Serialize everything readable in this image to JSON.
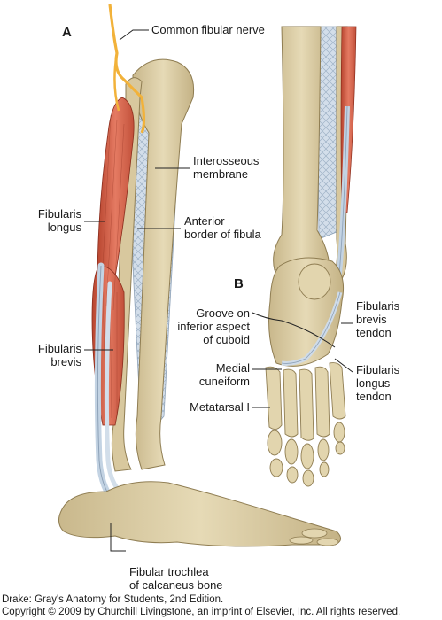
{
  "panels": {
    "a": "A",
    "b": "B"
  },
  "labels": {
    "common_fibular_nerve": "Common fibular nerve",
    "interosseous_membrane": [
      "Interosseous",
      "membrane"
    ],
    "anterior_border_fibula": [
      "Anterior",
      "border of fibula"
    ],
    "fibularis_longus": [
      "Fibularis",
      "longus"
    ],
    "fibularis_brevis": [
      "Fibularis",
      "brevis"
    ],
    "fibular_trochlea": [
      "Fibular trochlea",
      "of calcaneus bone"
    ],
    "groove_cuboid": [
      "Groove on",
      "inferior aspect",
      "of cuboid"
    ],
    "medial_cuneiform": [
      "Medial",
      "cuneiform"
    ],
    "metatarsal_i": "Metatarsal I",
    "fibularis_brevis_tendon": [
      "Fibularis",
      "brevis",
      "tendon"
    ],
    "fibularis_longus_tendon": [
      "Fibularis",
      "longus",
      "tendon"
    ]
  },
  "credit": {
    "line1": "Drake: Gray's Anatomy for Students, 2nd Edition.",
    "line2": "Copyright © 2009 by Churchill Livingstone, an imprint of Elsevier, Inc. All rights reserved."
  },
  "colors": {
    "bone": "#ddd0a8",
    "bone_shade": "#c2b184",
    "muscle": "#d9604a",
    "muscle_dark": "#b5432f",
    "tendon": "#c3d3e3",
    "membrane": "#c9d6e3",
    "nerve": "#f2b23a",
    "leader": "#222222"
  }
}
